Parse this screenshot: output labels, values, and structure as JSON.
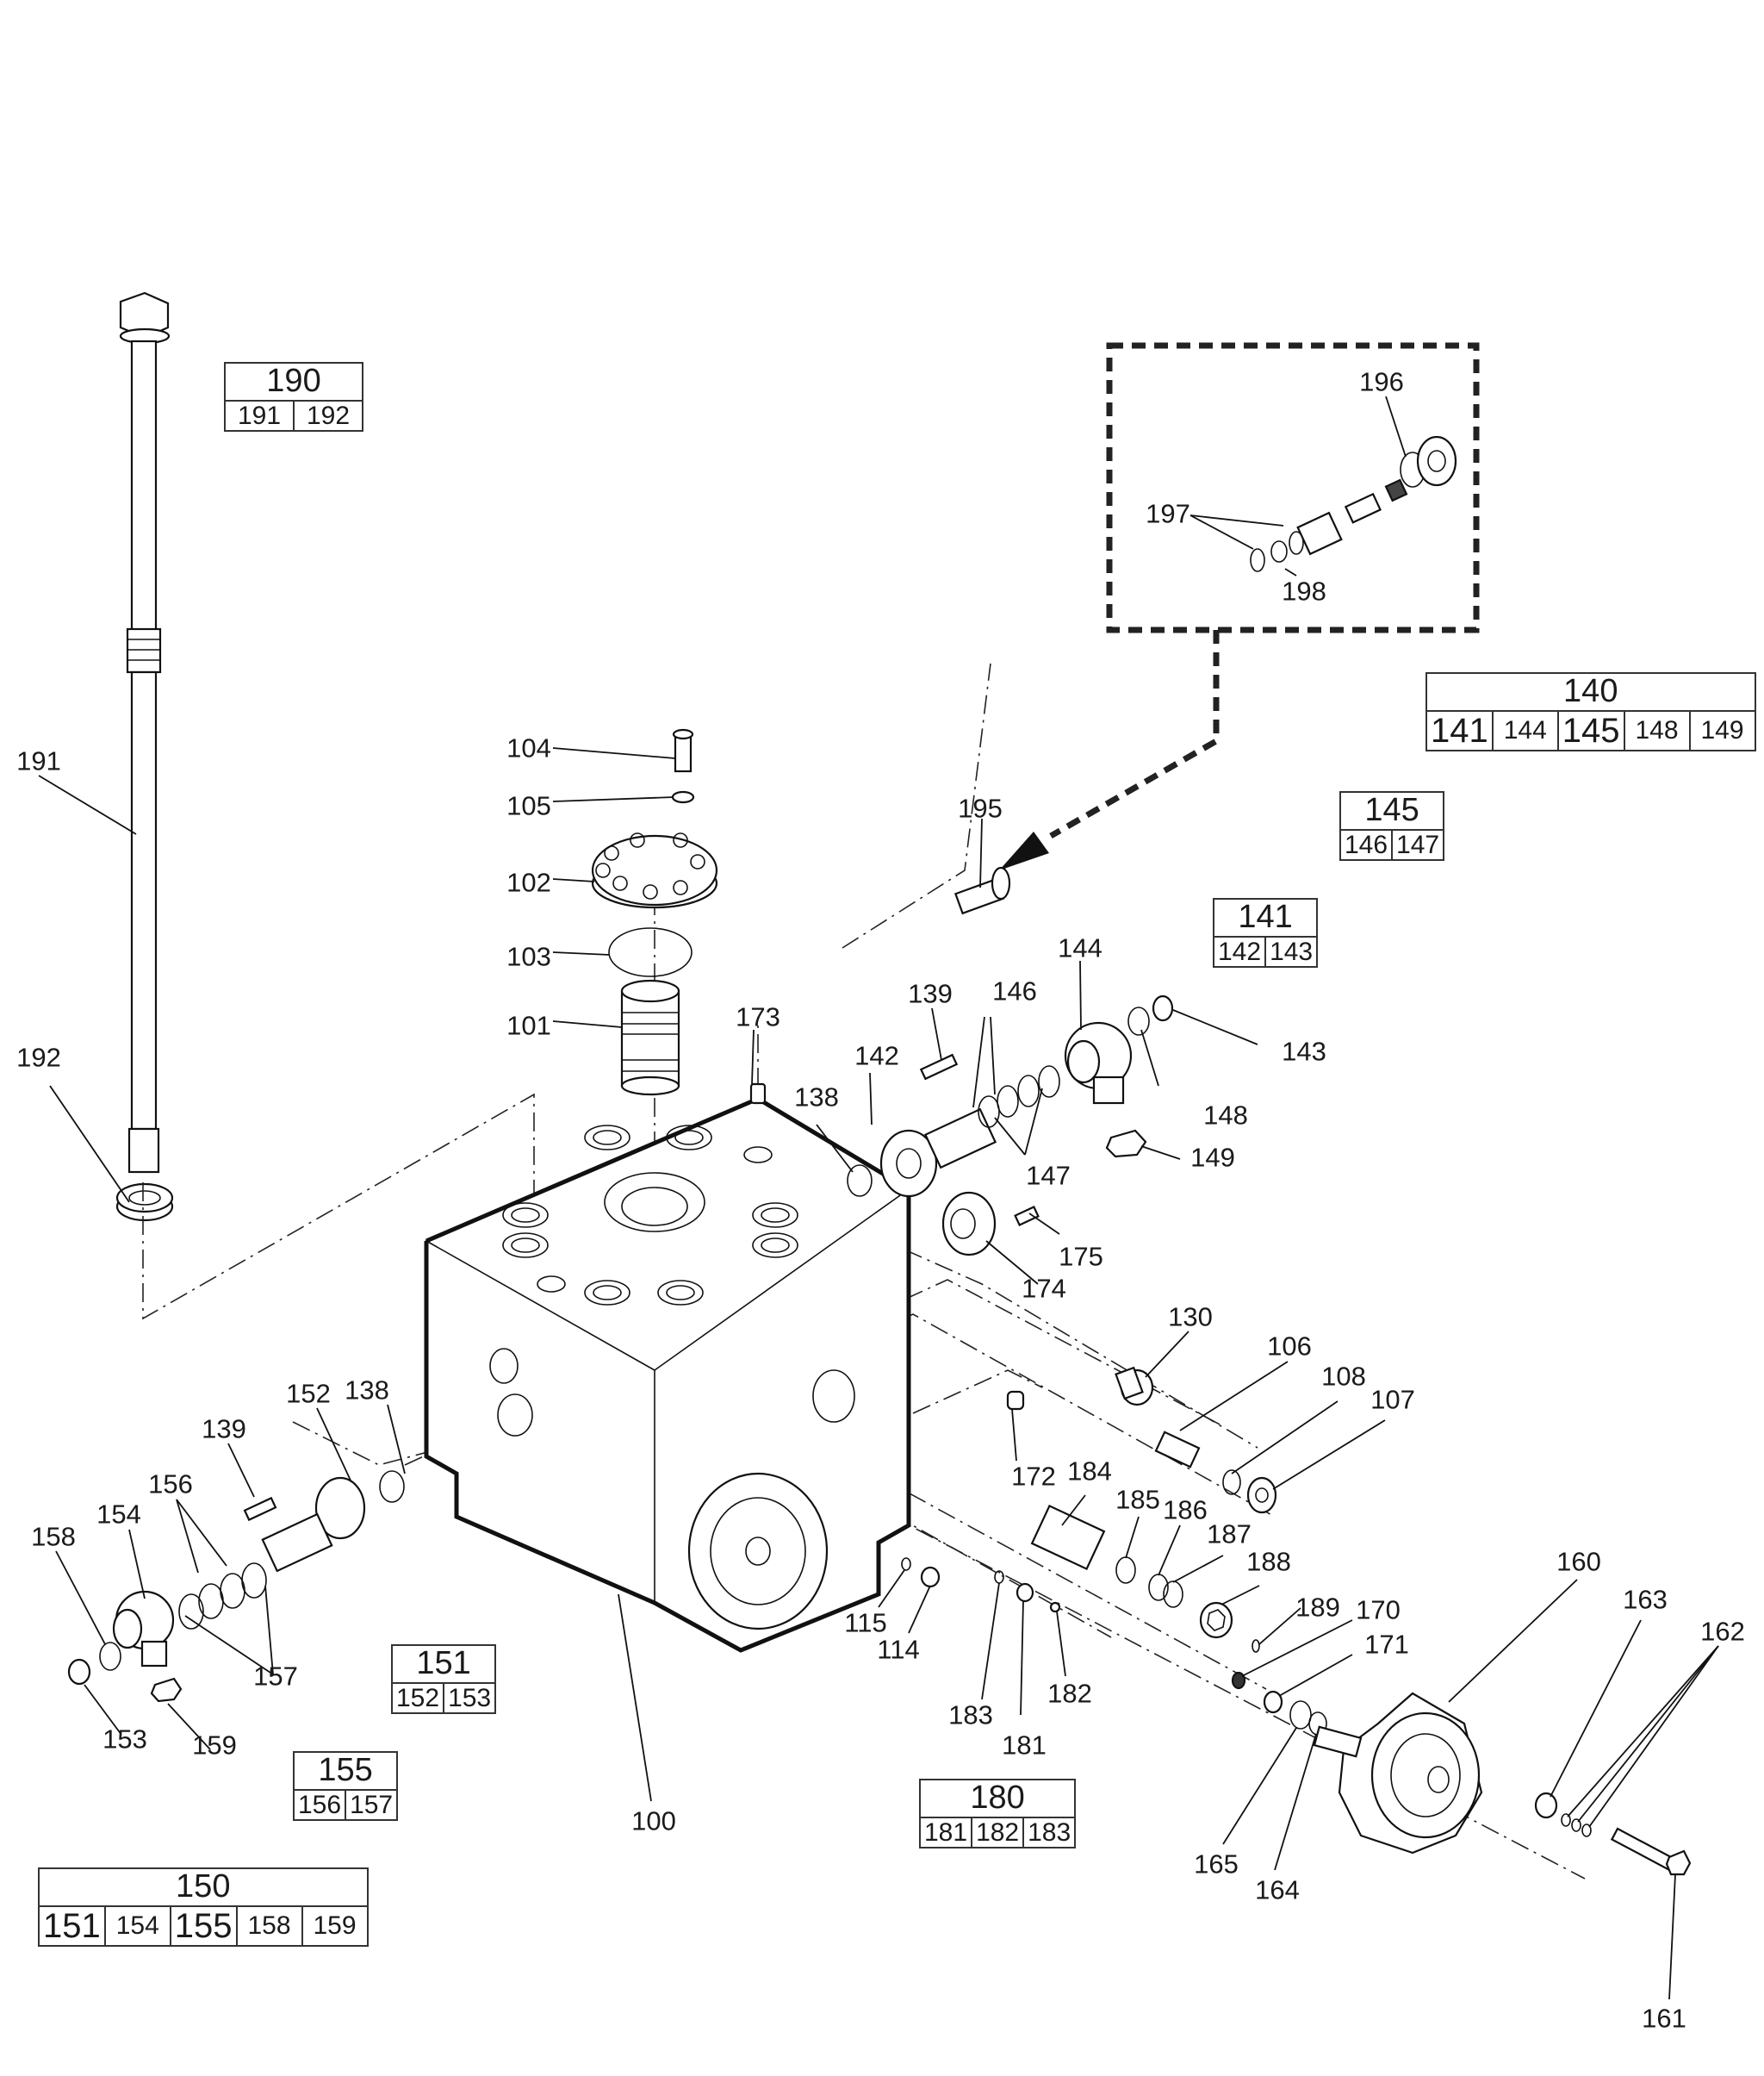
{
  "diagram": {
    "type": "exploded-parts-view",
    "subject": "valve block assembly",
    "callouts": [
      {
        "id": "c190hdr",
        "text": "191"
      },
      {
        "id": "c192",
        "text": "192"
      },
      {
        "id": "c104",
        "text": "104"
      },
      {
        "id": "c105",
        "text": "105"
      },
      {
        "id": "c102",
        "text": "102"
      },
      {
        "id": "c103",
        "text": "103"
      },
      {
        "id": "c101",
        "text": "101"
      },
      {
        "id": "c173",
        "text": "173"
      },
      {
        "id": "c195",
        "text": "195"
      },
      {
        "id": "c196",
        "text": "196"
      },
      {
        "id": "c197",
        "text": "197"
      },
      {
        "id": "c198",
        "text": "198"
      },
      {
        "id": "c139a",
        "text": "139"
      },
      {
        "id": "c142",
        "text": "142"
      },
      {
        "id": "c138a",
        "text": "138"
      },
      {
        "id": "c146",
        "text": "146"
      },
      {
        "id": "c144",
        "text": "144"
      },
      {
        "id": "c143",
        "text": "143"
      },
      {
        "id": "c148",
        "text": "148"
      },
      {
        "id": "c147",
        "text": "147"
      },
      {
        "id": "c149",
        "text": "149"
      },
      {
        "id": "c175",
        "text": "175"
      },
      {
        "id": "c174",
        "text": "174"
      },
      {
        "id": "c130",
        "text": "130"
      },
      {
        "id": "c106",
        "text": "106"
      },
      {
        "id": "c108",
        "text": "108"
      },
      {
        "id": "c107",
        "text": "107"
      },
      {
        "id": "c172",
        "text": "172"
      },
      {
        "id": "c184",
        "text": "184"
      },
      {
        "id": "c185",
        "text": "185"
      },
      {
        "id": "c186",
        "text": "186"
      },
      {
        "id": "c187",
        "text": "187"
      },
      {
        "id": "c188",
        "text": "188"
      },
      {
        "id": "c189",
        "text": "189"
      },
      {
        "id": "c170",
        "text": "170"
      },
      {
        "id": "c171",
        "text": "171"
      },
      {
        "id": "c160",
        "text": "160"
      },
      {
        "id": "c163",
        "text": "163"
      },
      {
        "id": "c162",
        "text": "162"
      },
      {
        "id": "c161",
        "text": "161"
      },
      {
        "id": "c165",
        "text": "165"
      },
      {
        "id": "c164",
        "text": "164"
      },
      {
        "id": "c115",
        "text": "115"
      },
      {
        "id": "c114",
        "text": "114"
      },
      {
        "id": "c183",
        "text": "183"
      },
      {
        "id": "c181",
        "text": "181"
      },
      {
        "id": "c182",
        "text": "182"
      },
      {
        "id": "c100",
        "text": "100"
      },
      {
        "id": "c152",
        "text": "152"
      },
      {
        "id": "c138b",
        "text": "138"
      },
      {
        "id": "c139b",
        "text": "139"
      },
      {
        "id": "c156",
        "text": "156"
      },
      {
        "id": "c154",
        "text": "154"
      },
      {
        "id": "c158",
        "text": "158"
      },
      {
        "id": "c153",
        "text": "153"
      },
      {
        "id": "c159",
        "text": "159"
      },
      {
        "id": "c157",
        "text": "157"
      }
    ],
    "kits": {
      "k190": {
        "number": "190",
        "contents": [
          "191",
          "192"
        ]
      },
      "k140": {
        "number": "140",
        "contents": [
          "141",
          "144",
          "145",
          "148",
          "149"
        ]
      },
      "k145": {
        "number": "145",
        "contents": [
          "146",
          "147"
        ]
      },
      "k141": {
        "number": "141",
        "contents": [
          "142",
          "143"
        ]
      },
      "k151": {
        "number": "151",
        "contents": [
          "152",
          "153"
        ]
      },
      "k155": {
        "number": "155",
        "contents": [
          "156",
          "157"
        ]
      },
      "k180": {
        "number": "180",
        "contents": [
          "181",
          "182",
          "183"
        ]
      },
      "k150": {
        "number": "150",
        "contents": [
          "151",
          "154",
          "155",
          "158",
          "159"
        ]
      }
    }
  }
}
